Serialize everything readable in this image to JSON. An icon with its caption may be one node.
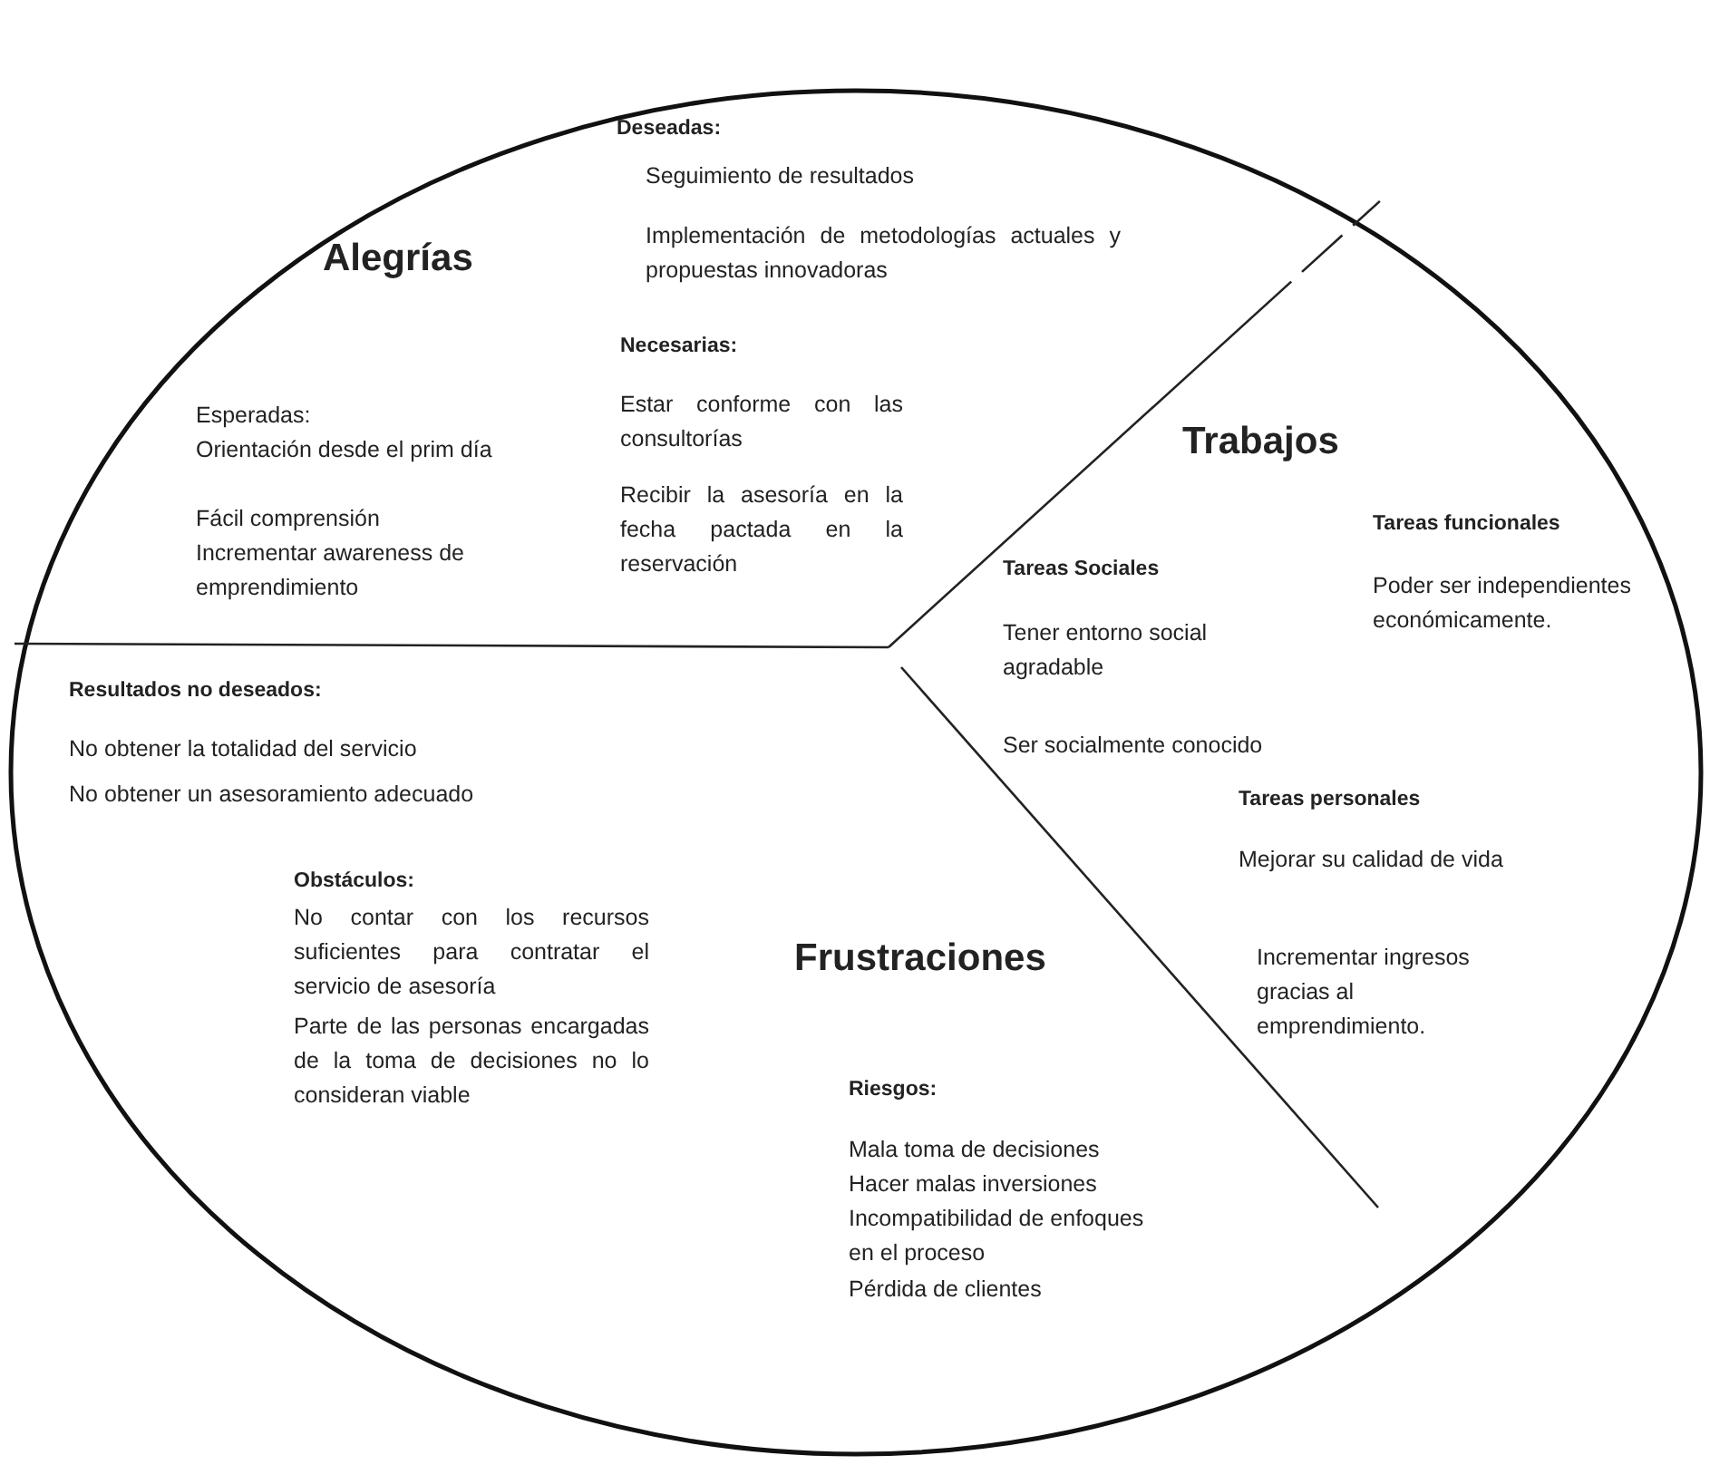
{
  "diagram": {
    "labels": [
      "Deseadas:",
      "Seguimiento de resultados",
      "Implementación de metodologías actuales y propuestas innovadoras",
      "Alegrías",
      "Necesarias:",
      "Esperadas:",
      "Orientación desde el prim día",
      "Estar conforme con las consultorías",
      "Trabajos",
      "Fácil comprensión",
      "Recibir la asesoría en la fecha pactada en la reservación",
      "Tareas funcionales",
      "Incrementar awareness de emprendimiento",
      "Tareas Sociales",
      "Poder ser independientes económicamente.",
      "Tener entorno social agradable",
      "Resultados no deseados:",
      "Ser socialmente conocido",
      "No obtener la totalidad del servicio",
      "No obtener un asesoramiento adecuado",
      "Tareas personales",
      "Obstáculos:",
      "Mejorar su calidad de vida",
      "No contar con los recursos suficientes para contratar el servicio de asesoría",
      "Frustraciones",
      "Incrementar ingresos gracias al emprendimiento.",
      "Parte de las personas encargadas de la toma de decisiones no lo consideran viable",
      "Riesgos:",
      "Mala toma de decisiones",
      "Hacer malas inversiones",
      "Incompatibilidad de enfoques en el proceso",
      "Pérdida de clientes"
    ]
  }
}
